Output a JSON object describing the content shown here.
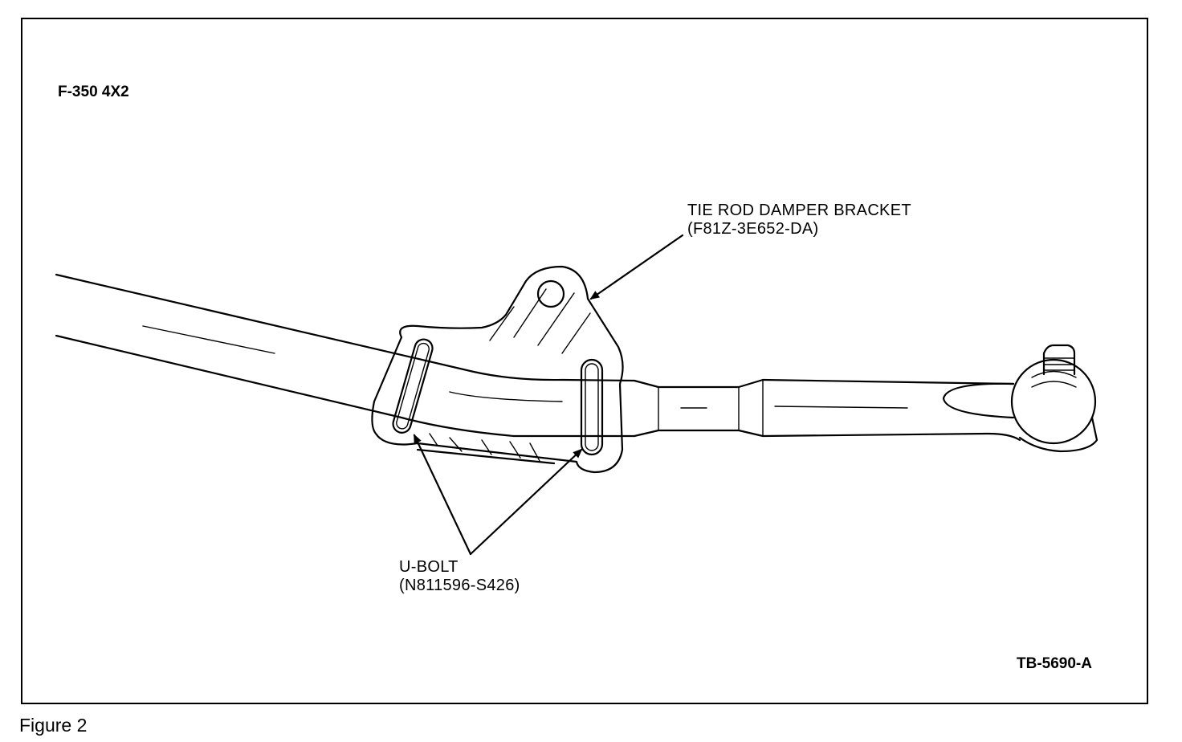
{
  "figure": {
    "model": "F-350 4X2",
    "reference": "TB-5690-A",
    "caption": "Figure 2"
  },
  "callouts": {
    "bracket": {
      "name": "TIE ROD DAMPER BRACKET",
      "part_number": "(F81Z-3E652-DA)"
    },
    "ubolt": {
      "name": "U-BOLT",
      "part_number": "(N811596-S426)"
    }
  }
}
